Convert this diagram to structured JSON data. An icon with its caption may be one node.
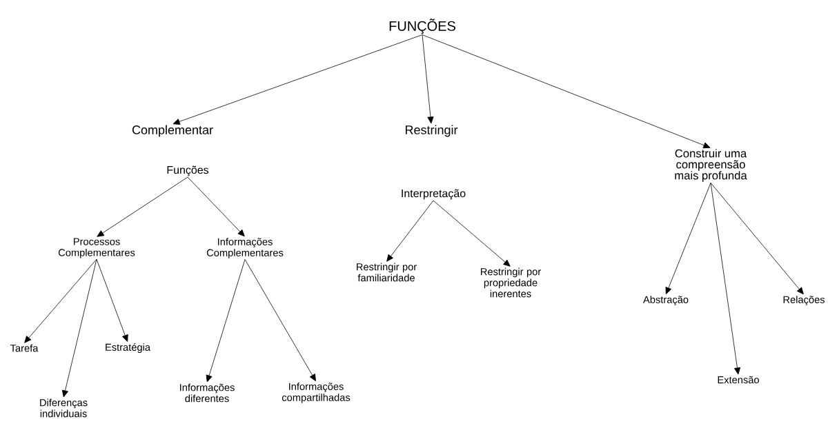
{
  "diagram": {
    "nodes": [
      {
        "text": [
          "FUNÇÕES"
        ]
      },
      {
        "text": [
          "Complementar"
        ]
      },
      {
        "text": [
          "Restringir"
        ]
      },
      {
        "text": [
          "Construir uma compreensão mais profunda"
        ]
      },
      {
        "text": [
          "Funções"
        ]
      },
      {
        "text": [
          "Interpretação"
        ]
      },
      {
        "text": [
          "Processos Complementares"
        ]
      },
      {
        "text": [
          "Informações Complementares"
        ]
      },
      {
        "text": [
          "Restringir por familiaridade"
        ]
      },
      {
        "text": [
          "Restringir por propriedade inerentes"
        ]
      },
      {
        "text": [
          "Abstração"
        ]
      },
      {
        "text": [
          "Relações"
        ]
      },
      {
        "text": [
          "Extensão"
        ]
      },
      {
        "text": [
          "Tarefa"
        ]
      },
      {
        "text": [
          "Estratégia"
        ]
      },
      {
        "text": [
          "Diferenças individuais"
        ]
      },
      {
        "text": [
          "Informações diferentes"
        ]
      },
      {
        "text": [
          "Informações compartilhadas"
        ]
      }
    ],
    "edges": [
      {
        "from": 0,
        "to": 1,
        "arrow": "to"
      },
      {
        "from": 0,
        "to": 2,
        "arrow": "to"
      },
      {
        "from": 0,
        "to": 3,
        "arrow": "to"
      },
      {
        "from": 4,
        "to": 6,
        "arrow": "to"
      },
      {
        "from": 4,
        "to": 7,
        "arrow": "to"
      },
      {
        "from": 5,
        "to": 8,
        "arrow": "to"
      },
      {
        "from": 5,
        "to": 9,
        "arrow": "to"
      },
      {
        "from": 3,
        "to": 10,
        "arrow": "to"
      },
      {
        "from": 3,
        "to": 12,
        "arrow": "to"
      },
      {
        "from": 3,
        "to": 11,
        "arrow": "to"
      },
      {
        "from": 6,
        "to": 13,
        "arrow": "to"
      },
      {
        "from": 6,
        "to": 15,
        "arrow": "to"
      },
      {
        "from": 6,
        "to": 14,
        "arrow": "to"
      },
      {
        "from": 7,
        "to": 16,
        "arrow": "to"
      },
      {
        "from": 7,
        "to": 17,
        "arrow": "to"
      }
    ]
  }
}
